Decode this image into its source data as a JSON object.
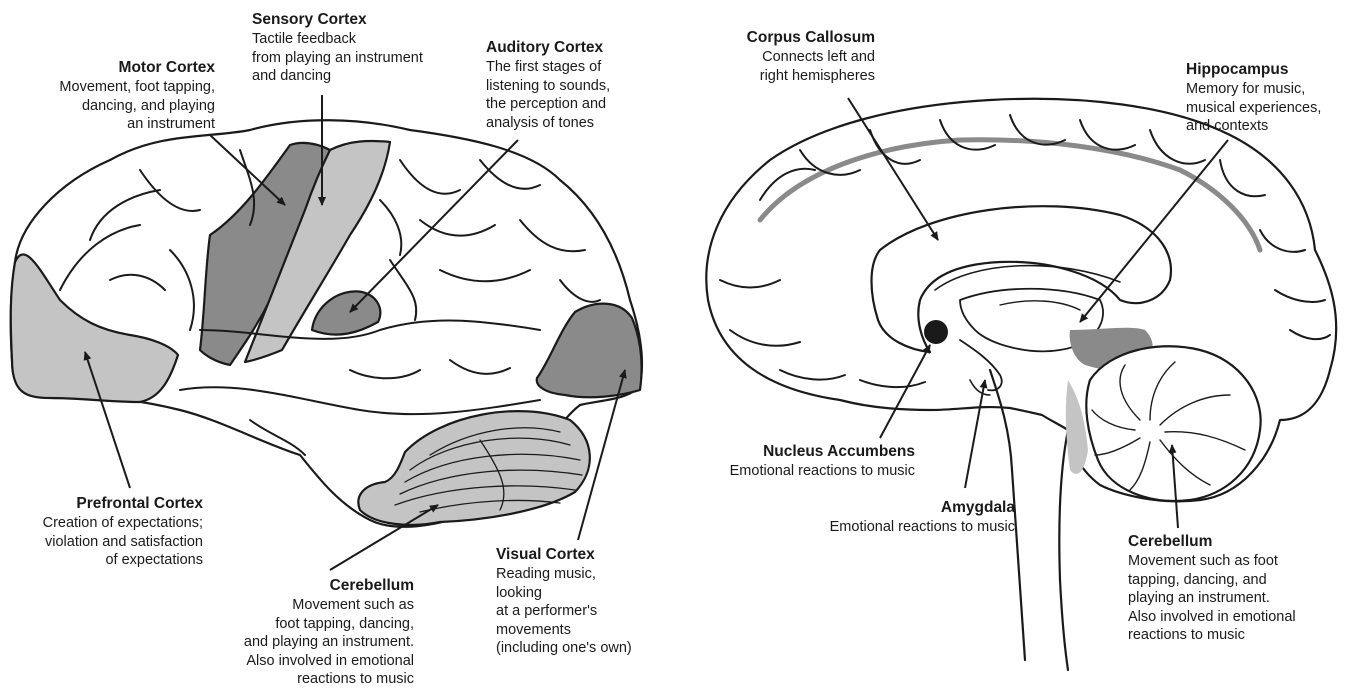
{
  "lateral_view": {
    "sensory_cortex": {
      "title": "Sensory Cortex",
      "lines": [
        "Tactile feedback",
        "from playing an instrument",
        "and dancing"
      ]
    },
    "motor_cortex": {
      "title": "Motor Cortex",
      "lines": [
        "Movement, foot tapping,",
        "dancing, and playing",
        "an instrument"
      ]
    },
    "auditory_cortex": {
      "title": "Auditory Cortex",
      "lines": [
        "The first stages of",
        "listening to sounds,",
        "the perception and",
        "analysis of tones"
      ]
    },
    "prefrontal_cortex": {
      "title": "Prefrontal Cortex",
      "lines": [
        "Creation of expectations;",
        "violation and satisfaction",
        "of expectations"
      ]
    },
    "cerebellum": {
      "title": "Cerebellum",
      "lines": [
        "Movement such as",
        "foot tapping, dancing,",
        "and playing an instrument.",
        "Also involved in emotional",
        "reactions to music"
      ]
    },
    "visual_cortex": {
      "title": "Visual Cortex",
      "lines": [
        "Reading music,",
        "looking",
        "at a performer's",
        "movements",
        "(including one's own)"
      ]
    }
  },
  "medial_view": {
    "corpus_callosum": {
      "title": "Corpus Callosum",
      "lines": [
        "Connects left and",
        "right hemispheres"
      ]
    },
    "hippocampus": {
      "title": "Hippocampus",
      "lines": [
        "Memory for music,",
        "musical experiences,",
        "and contexts"
      ]
    },
    "nucleus_accumbens": {
      "title": "Nucleus Accumbens",
      "lines": [
        "Emotional reactions to music"
      ]
    },
    "amygdala": {
      "title": "Amygdala",
      "lines": [
        "Emotional reactions to music"
      ]
    },
    "cerebellum": {
      "title": "Cerebellum",
      "lines": [
        "Movement such as foot",
        "tapping, dancing, and",
        "playing an instrument.",
        "Also involved in emotional",
        "reactions to music"
      ]
    }
  },
  "colors": {
    "line": "#1a1a1a",
    "light_region": "#c4c4c4",
    "dark_region": "#8a8a8a"
  }
}
